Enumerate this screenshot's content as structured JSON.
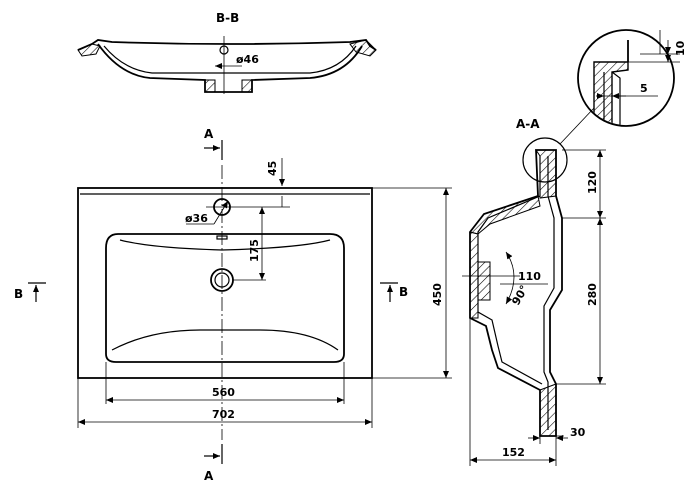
{
  "section_labels": {
    "bb_top": "B-B",
    "aa_right": "A-A",
    "a_top": "A",
    "a_bottom": "A",
    "b_left": "B",
    "b_right": "B"
  },
  "dimensions": {
    "d46": "ø46",
    "d36": "ø36",
    "d45": "45",
    "d175": "175",
    "d450": "450",
    "d560": "560",
    "d702": "702",
    "d120": "120",
    "d280": "280",
    "d110": "110",
    "d90": "90°",
    "d152": "152",
    "d30": "30",
    "d10": "10",
    "d5": "5"
  }
}
